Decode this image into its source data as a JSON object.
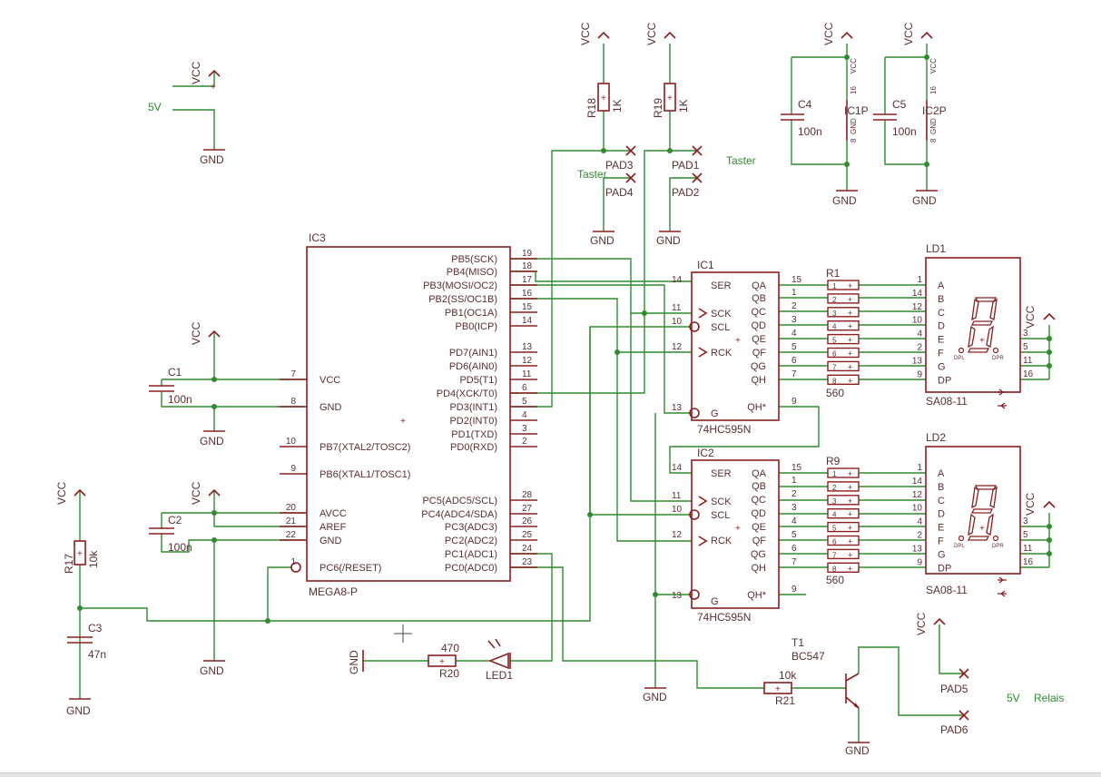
{
  "colors": {
    "body": "#8c1e1e",
    "text": "#5a3030",
    "net": "#2e8b2e",
    "junction": "#2e8b2e"
  },
  "symbols": {
    "5V": "5V",
    "gnd": "GND",
    "vcc": "VCC"
  },
  "labels": {
    "ic3": {
      "name": "IC3",
      "value": "MEGA8-P"
    },
    "ic1": {
      "name": "IC1",
      "value": "74HC595N"
    },
    "ic2": {
      "name": "IC2",
      "value": "74HC595N"
    },
    "ld1": {
      "name": "LD1",
      "value": "SA08-11"
    },
    "ld2": {
      "name": "LD2",
      "value": "SA08-11"
    },
    "r1": {
      "name": "R1",
      "value": "560"
    },
    "r9": {
      "name": "R9",
      "value": "560"
    },
    "r17": {
      "name": "R17",
      "value": "10k"
    },
    "r18": {
      "name": "R18",
      "value": "1K"
    },
    "r19": {
      "name": "R19",
      "value": "1K"
    },
    "r20": {
      "name": "R20",
      "value": "470"
    },
    "r21": {
      "name": "R21",
      "value": "10k"
    },
    "c1": {
      "name": "C1",
      "value": "100n"
    },
    "c2": {
      "name": "C2",
      "value": "100n"
    },
    "c3": {
      "name": "C3",
      "value": "47n"
    },
    "c4": {
      "name": "C4",
      "value": "100n"
    },
    "c5": {
      "name": "C5",
      "value": "100n"
    },
    "ic1p": {
      "name": "IC1P",
      "pin16": "16",
      "pin8": "8",
      "vcc": "VCC",
      "gnd": "GND"
    },
    "ic2p": {
      "name": "IC2P",
      "pin16": "16",
      "pin8": "8",
      "vcc": "VCC",
      "gnd": "GND"
    },
    "t1": {
      "name": "T1",
      "value": "BC547"
    },
    "led1": {
      "name": "LED1"
    },
    "pads": [
      "PAD1",
      "PAD2",
      "PAD3",
      "PAD4",
      "PAD5",
      "PAD6"
    ],
    "nets": {
      "taster_a": "Taster",
      "taster_b": "Taster",
      "relais": "Relais",
      "fivev_b": "5V"
    }
  },
  "ic3_left_pins": [
    {
      "num": "7",
      "name": "VCC"
    },
    {
      "num": "8",
      "name": "GND"
    },
    {
      "num": "10",
      "name": "PB7(XTAL2/TOSC2)"
    },
    {
      "num": "9",
      "name": "PB6(XTAL1/TOSC1)"
    },
    {
      "num": "20",
      "name": "AVCC"
    },
    {
      "num": "21",
      "name": "AREF"
    },
    {
      "num": "22",
      "name": "GND"
    },
    {
      "num": "1",
      "name": "PC6(/RESET)"
    }
  ],
  "ic3_right_pins": [
    {
      "num": "19",
      "name": "PB5(SCK)"
    },
    {
      "num": "18",
      "name": "PB4(MISO)"
    },
    {
      "num": "17",
      "name": "PB3(MOSI/OC2)"
    },
    {
      "num": "16",
      "name": "PB2(SS/OC1B)"
    },
    {
      "num": "15",
      "name": "PB1(OC1A)"
    },
    {
      "num": "14",
      "name": "PB0(ICP)"
    },
    {
      "num": "13",
      "name": "PD7(AIN1)"
    },
    {
      "num": "12",
      "name": "PD6(AIN0)"
    },
    {
      "num": "11",
      "name": "PD5(T1)"
    },
    {
      "num": "6",
      "name": "PD4(XCK/T0)"
    },
    {
      "num": "5",
      "name": "PD3(INT1)"
    },
    {
      "num": "4",
      "name": "PD2(INT0)"
    },
    {
      "num": "3",
      "name": "PD1(TXD)"
    },
    {
      "num": "2",
      "name": "PD0(RXD)"
    },
    {
      "num": "28",
      "name": "PC5(ADC5/SCL)"
    },
    {
      "num": "27",
      "name": "PC4(ADC4/SDA)"
    },
    {
      "num": "26",
      "name": "PC3(ADC3)"
    },
    {
      "num": "25",
      "name": "PC2(ADC2)"
    },
    {
      "num": "24",
      "name": "PC1(ADC1)"
    },
    {
      "num": "23",
      "name": "PC0(ADC0)"
    }
  ],
  "sr_left_pins": [
    {
      "num": "14",
      "name": "SER"
    },
    {
      "num": "11",
      "name": "SCK"
    },
    {
      "num": "10",
      "name": "SCL"
    },
    {
      "num": "12",
      "name": "RCK"
    },
    {
      "num": "13",
      "name": "G"
    }
  ],
  "sr_right_pins": [
    {
      "num": "15",
      "name": "QA"
    },
    {
      "num": "1",
      "name": "QB"
    },
    {
      "num": "2",
      "name": "QC"
    },
    {
      "num": "3",
      "name": "QD"
    },
    {
      "num": "4",
      "name": "QE"
    },
    {
      "num": "5",
      "name": "QF"
    },
    {
      "num": "6",
      "name": "QG"
    },
    {
      "num": "7",
      "name": "QH"
    },
    {
      "num": "9",
      "name": "QH*"
    }
  ],
  "display_pins": [
    {
      "num": "1",
      "name": "A"
    },
    {
      "num": "14",
      "name": "B"
    },
    {
      "num": "12",
      "name": "C"
    },
    {
      "num": "10",
      "name": "D"
    },
    {
      "num": "4",
      "name": "E"
    },
    {
      "num": "2",
      "name": "F"
    },
    {
      "num": "13",
      "name": "G"
    },
    {
      "num": "9",
      "name": "DP"
    }
  ],
  "display_right_pins": [
    "3",
    "5",
    "11",
    "16"
  ],
  "display_dp": {
    "dpl": "DPL",
    "dpr": "DPR"
  },
  "r1_taps": [
    "1",
    "2",
    "3",
    "4",
    "5",
    "6",
    "7",
    "8"
  ],
  "r9_taps": [
    "1",
    "2",
    "3",
    "4",
    "5",
    "6",
    "7",
    "8"
  ]
}
